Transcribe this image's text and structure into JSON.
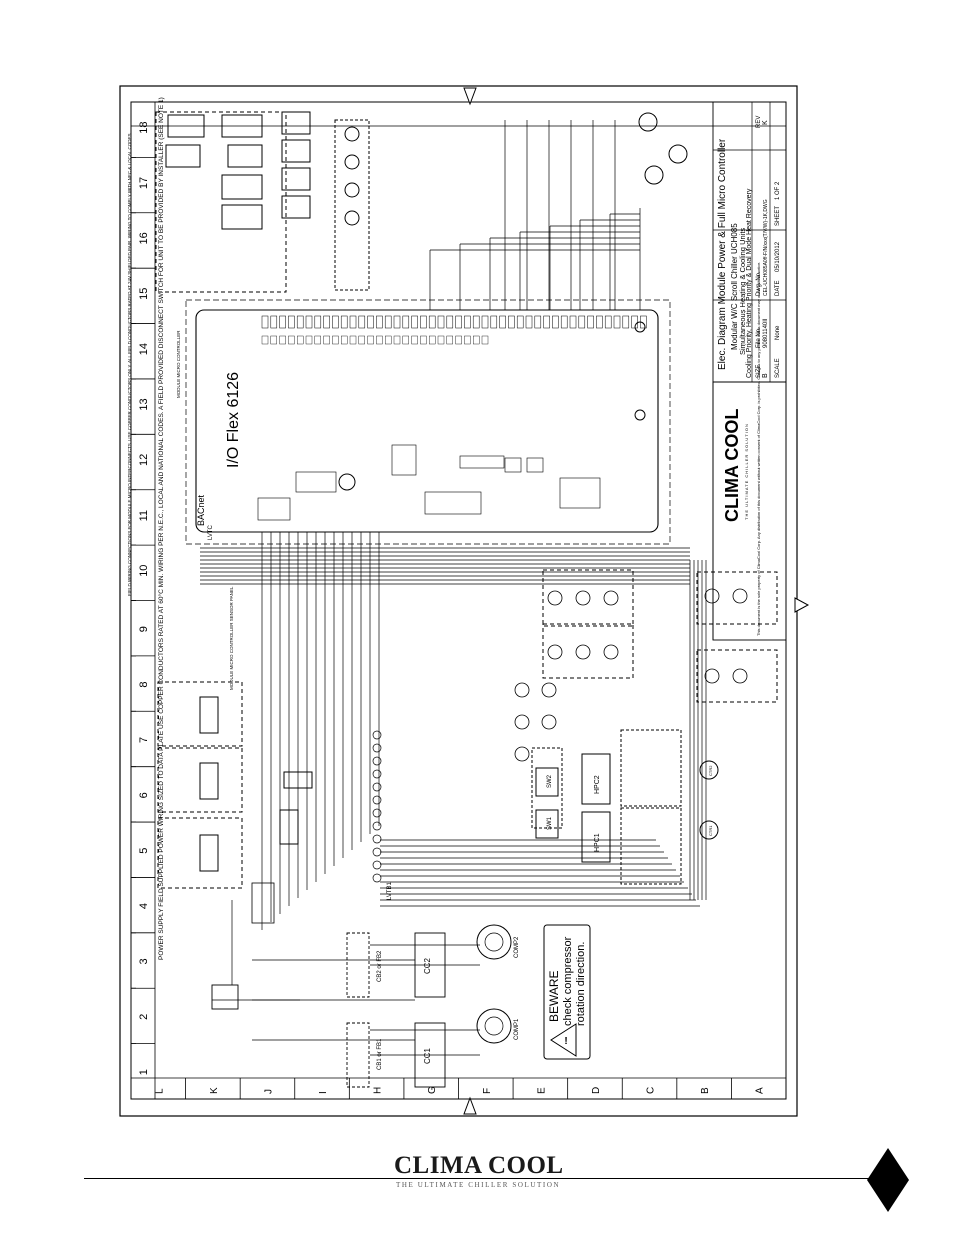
{
  "columns": [
    "1",
    "2",
    "3",
    "4",
    "5",
    "6",
    "7",
    "8",
    "9",
    "10",
    "11",
    "12",
    "13",
    "14",
    "15",
    "16",
    "17",
    "18"
  ],
  "rows": [
    "A",
    "B",
    "C",
    "D",
    "E",
    "F",
    "G",
    "H",
    "I",
    "J",
    "K",
    "L"
  ],
  "title_block": {
    "title": "Elec. Diagram Module Power & Full Micro Controller",
    "line2": "Modular W/C Scroll Chiller UCH085",
    "line3": "Simultaneous Heating & Cooling Units",
    "line4": "Cooling Priority, Heating Priority & Dual Mode Heat Recovery",
    "size_label": "SIZE",
    "size_value": "B",
    "file_label": "File No.",
    "file_value": "90801140II",
    "dwg_label": "Dwg. No.",
    "dwg_value": "CEL-UCH085A0ff-F/N/xxx(T/V/W)-1K,DWG",
    "rev_label": "REV",
    "rev_value": "K",
    "scale_label": "SCALE",
    "scale_value": "None",
    "date_label": "DATE",
    "date_value": "05/10/2012",
    "sheet_label": "SHEET",
    "sheet_value": "1 OF 2",
    "disclaimer": "This document is the sole property of ClimaCool Corp. Any distribution of this document without written consent of ClimaCool Corp. is prohibited. Changes to any portion of this document may occur without notice.",
    "logo": "CLIMA COOL",
    "logo_tag": "THE ULTIMATE CHILLER SOLUTION"
  },
  "controller": {
    "name": "I/O Flex  6126",
    "brand": "BACnet",
    "label": "MODULE MICRO CONTROLLER"
  },
  "warning": {
    "line1": "BEWARE",
    "line2": "check compressor",
    "line3": "rotation direction."
  },
  "power_supply_note": "POWER SUPPLY FIELD SUPPLIED POWER WIRING SIZED TO DATA PLATE USE COPPER CONDUCTORS RATED AT 60°C MIN. WIRING PER N.E.C., LOCAL AND NATIONAL CODES. A FIELD PROVIDED DISCONNECT SWITCH FOR UNIT TO BE PROVIDED BY INSTALLER (SEE NOTE 1)",
  "field_wiring_note": "FIELD WIRING CONNECTIONS FOR MODULE MICRO INTERCONNECTS. USE COPPER CONDUCTORS ONLY. ALL FIELD CONDUCTORS RATED AT 24V SHIELDED PAIR. WIRING TO COMPLY WITH NEC & LOCAL CODES",
  "labels": {
    "lvtc": "LVTC",
    "lvtb1": "LVTB1",
    "comp1": "COMP1",
    "comp2": "COMP2",
    "cc1": "CC1",
    "cc2": "CC2",
    "cb1": "CB1 or FB1",
    "cb2": "CB2 or FB2",
    "hpc1": "HPC1",
    "hpc2": "HPC2",
    "sw1": "SW1",
    "sw2": "SW2",
    "ctr1": "CTR1",
    "ctr2": "CTR2",
    "sensor_panel": "MODULE MICRO CONTROLLER SENSOR PANEL"
  },
  "footer": {
    "brand": "CLIMA COOL",
    "tagline": "THE ULTIMATE CHILLER SOLUTION"
  }
}
